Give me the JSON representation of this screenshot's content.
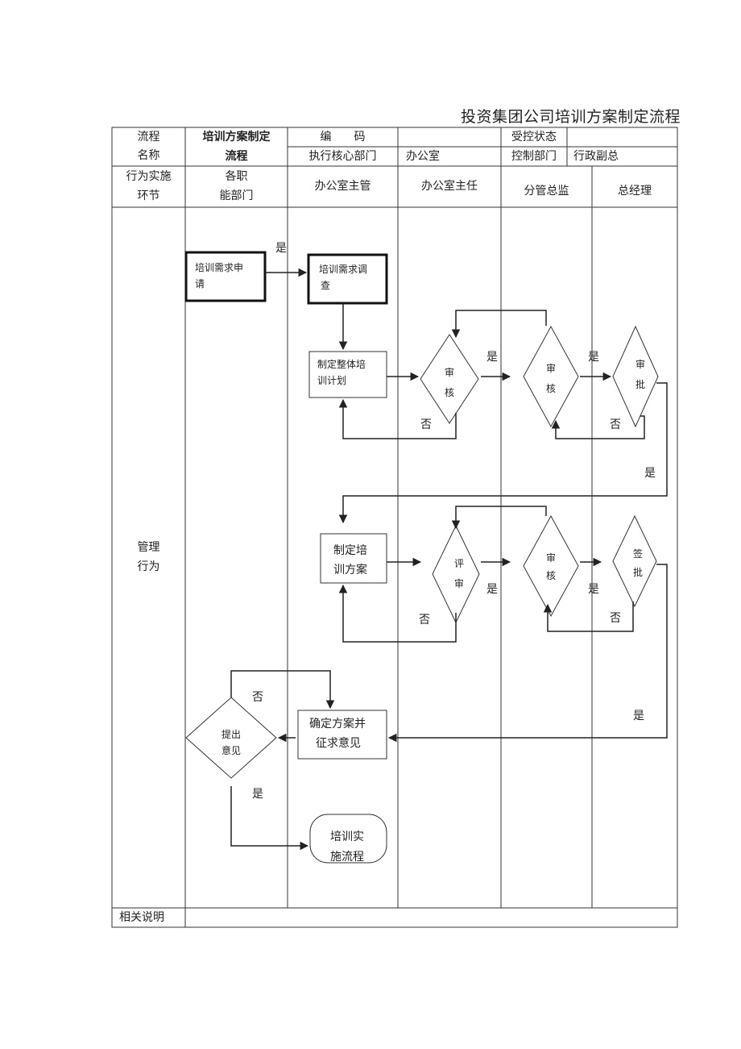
{
  "document_title": "投资集团公司培训方案制定流程",
  "header": {
    "process_label_1": "流程",
    "process_label_2": "名称",
    "process_name_1": "培训方案制定",
    "process_name_2": "流程",
    "code_label": "编　　码",
    "code_value": "",
    "control_status_label": "受控状态",
    "control_status_value": "",
    "exec_dept_label": "执行核心部门",
    "exec_dept_value": "办公室",
    "control_dept_label": "控制部门",
    "control_dept_value": "行政副总"
  },
  "lanes": {
    "row_label_1": "行为实施",
    "row_label_2": "环节",
    "dept_1a": "各职",
    "dept_1b": "能部门",
    "dept_2": "办公室主管",
    "dept_3": "办公室主任",
    "dept_4": "分管总监",
    "dept_5": "总经理"
  },
  "section_label_1": "管理",
  "section_label_2": "行为",
  "footer_label": "相关说明",
  "nodes": {
    "n1a": "培训需求申",
    "n1b": "请",
    "n2a": "培训需求调",
    "n2b": "查",
    "n3a": "制定整体培",
    "n3b": "训计划",
    "d1a": "审",
    "d1b": "核",
    "d2a": "审",
    "d2b": "核",
    "d3a": "审",
    "d3b": "批",
    "n4a": "制定培",
    "n4b": "训方案",
    "d4a": "评",
    "d4b": "审",
    "d5a": "审",
    "d5b": "核",
    "d6a": "签",
    "d6b": "批",
    "n5a": "确定方案并",
    "n5b": "征求意见",
    "d7a": "提出",
    "d7b": "意见",
    "n6a": "培训实",
    "n6b": "施流程"
  },
  "edge_labels": {
    "yes": "是",
    "no": "否"
  }
}
